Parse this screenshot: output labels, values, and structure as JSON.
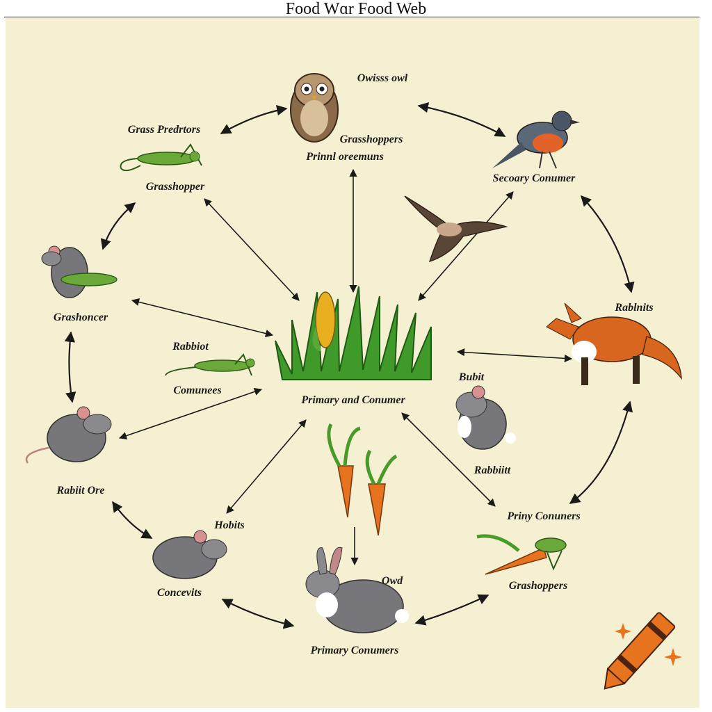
{
  "title": "Food Wɑr Food Web",
  "labels": {
    "owl_name": "Owisss owl",
    "grass_predators": "Grass Predrtors",
    "grasshoppers_top": "Grasshoppers",
    "primary_organisms": "Prinnl oreemuns",
    "grasshopper": "Grasshopper",
    "secondary_consumer": "Secoary Conumer",
    "rabbits_right": "Rablnits",
    "grashoncer": "Grashoncer",
    "rabbiot": "Rabbiot",
    "comunees": "Comunees",
    "primary_and_consumer": "Primary and Conumer",
    "bubit": "Bubit",
    "rabbiitt": "Rabbiitt",
    "rabbit_ore": "Rabiit Ore",
    "hobits": "Hobits",
    "primay_conuners": "Priny Conuners",
    "concevits": "Concevits",
    "owd": "Owd",
    "grashoppers_bottom": "Grashoppers",
    "primary_conumers": "Primary Conumers"
  },
  "colors": {
    "background": "#f6f0d2",
    "arrow": "#1a1a1a",
    "grass": "#3f9a2a",
    "corn": "#e8b020",
    "carrot": "#e8731e",
    "fox": "#d9661f",
    "rodent_gray": "#7b7b7e",
    "grasshopper_green": "#6aa83a",
    "owl_brown": "#8a6a48",
    "bird_blue": "#5a6878",
    "crayon": "#e8731e"
  },
  "icons": [
    "owl-icon",
    "grasshopper-icon",
    "bird-icon",
    "hawk-icon",
    "grass-icon",
    "corn-icon",
    "fox-icon",
    "mouse-icon",
    "rabbit-icon",
    "carrot-icon",
    "crayon-icon",
    "sparkle-icon"
  ]
}
